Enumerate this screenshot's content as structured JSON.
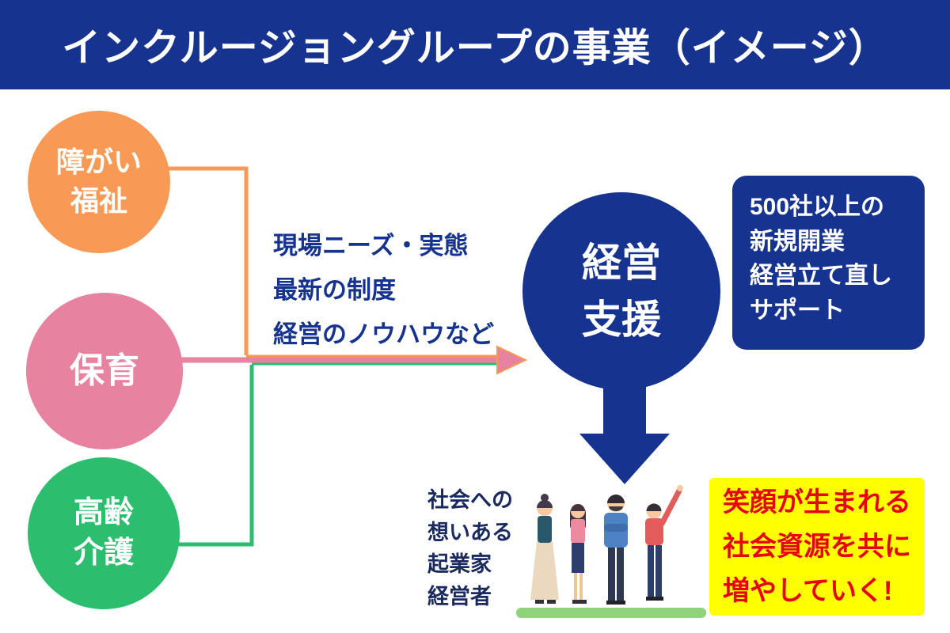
{
  "title": "インクルージョングループの事業（イメージ）",
  "colors": {
    "banner_navy": "#16338f",
    "circle_orange": "#f89a55",
    "circle_pink": "#e782a0",
    "circle_green": "#2cbd6e",
    "result_yellow": "#ffff00",
    "result_red": "#e60012",
    "white": "#ffffff"
  },
  "sources": {
    "disability": "障がい\n福祉",
    "childcare": "保育",
    "elderly": "高齢\n介護"
  },
  "flow_text": "現場ニーズ・実態\n最新の制度\n経営のノウハウなど",
  "management": "経営\n支援",
  "support_box": "500社以上の\n新規開業\n経営立て直し\nサポート",
  "entrepreneurs": "社会への\n想いある\n起業家\n経営者",
  "result_box": "笑顔が生まれる\n社会資源を共に\n増やしていく!",
  "icons": {
    "flow_arrow": "right-arrow",
    "down_arrow": "down-block-arrow",
    "people": [
      "woman-dark-top",
      "woman-pink-top",
      "man-blue-suit-beard",
      "man-red-jacket-pointing"
    ],
    "ground": "green-ground-strip"
  }
}
